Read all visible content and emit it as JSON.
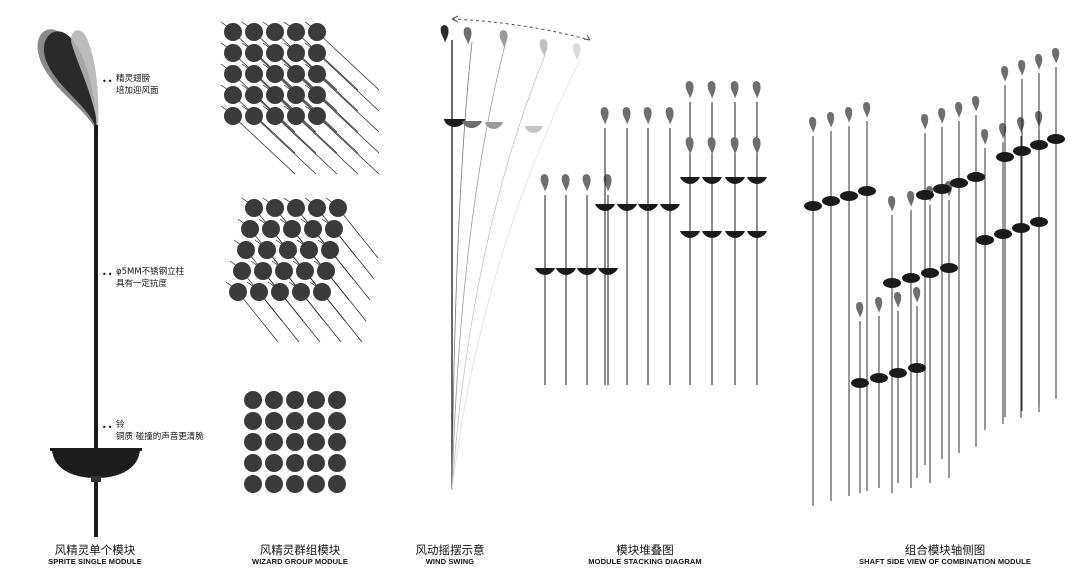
{
  "annotations": [
    {
      "lines": [
        "精灵翅膀",
        "培加迎风面"
      ]
    },
    {
      "lines": [
        "φ5MM不锈钢立柱",
        "具有一定抗度"
      ]
    },
    {
      "lines": [
        "铃",
        "铜质 碰撞的声音更清脆"
      ]
    }
  ],
  "captions": [
    {
      "zh": "风精灵单个模块",
      "en": "SPRITE SINGLE MODULE"
    },
    {
      "zh": "风精灵群组模块",
      "en": "WIZARD GROUP MODULE"
    },
    {
      "zh": "风动摇摆示意",
      "en": "WIND SWING"
    },
    {
      "zh": "模块堆叠图",
      "en": "MODULE STACKING DIAGRAM"
    },
    {
      "zh": "组合模块轴侧图",
      "en": "SHAFT SIDE VIEW OF COMBINATION MODULE"
    }
  ],
  "colors": {
    "ink": "#1a1a1a",
    "leaf_dark": "#2b2b2b",
    "leaf_mid": "#6e6e6e",
    "leaf_light": "#a9a9a9",
    "disc": "#3a3a3a"
  }
}
